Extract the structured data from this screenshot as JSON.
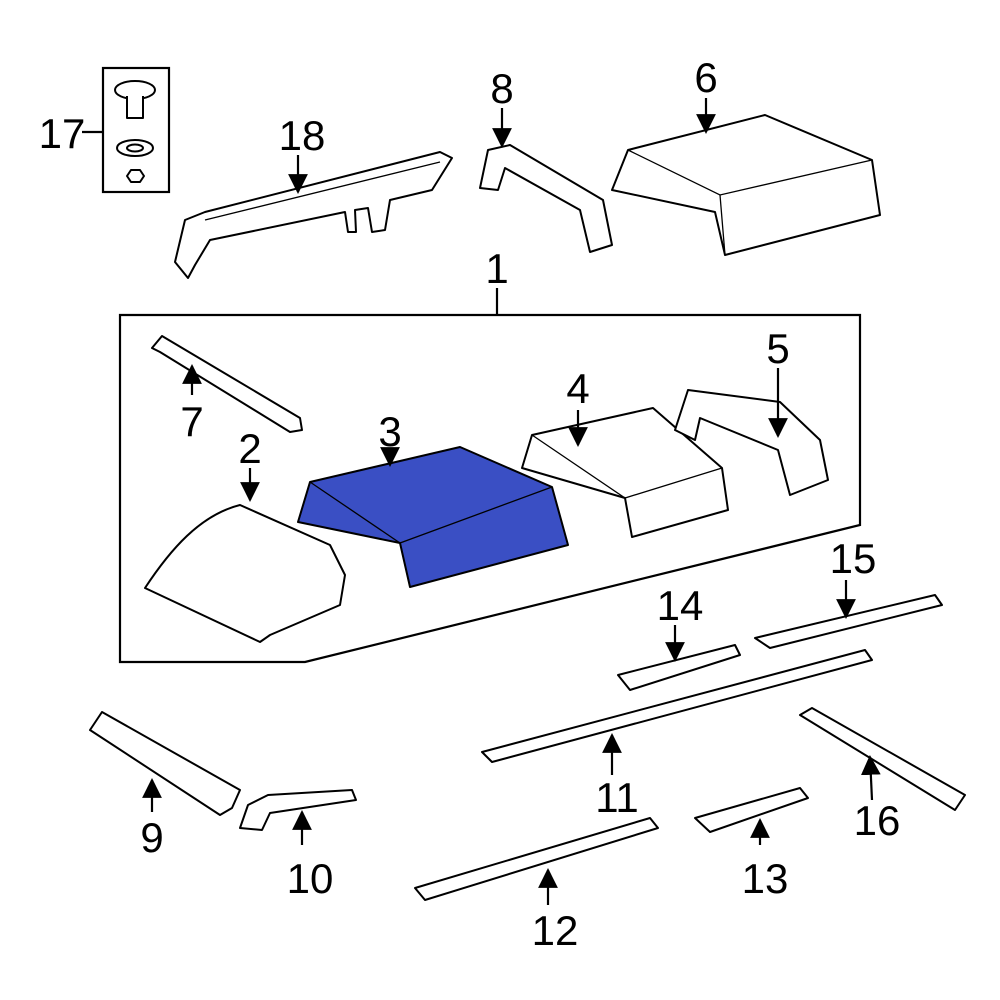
{
  "diagram": {
    "highlight_color": "#3a4fc4",
    "highlighted_part": "3",
    "callouts": [
      "1",
      "2",
      "3",
      "4",
      "5",
      "6",
      "7",
      "8",
      "9",
      "10",
      "11",
      "12",
      "13",
      "14",
      "15",
      "16",
      "17",
      "18"
    ]
  }
}
